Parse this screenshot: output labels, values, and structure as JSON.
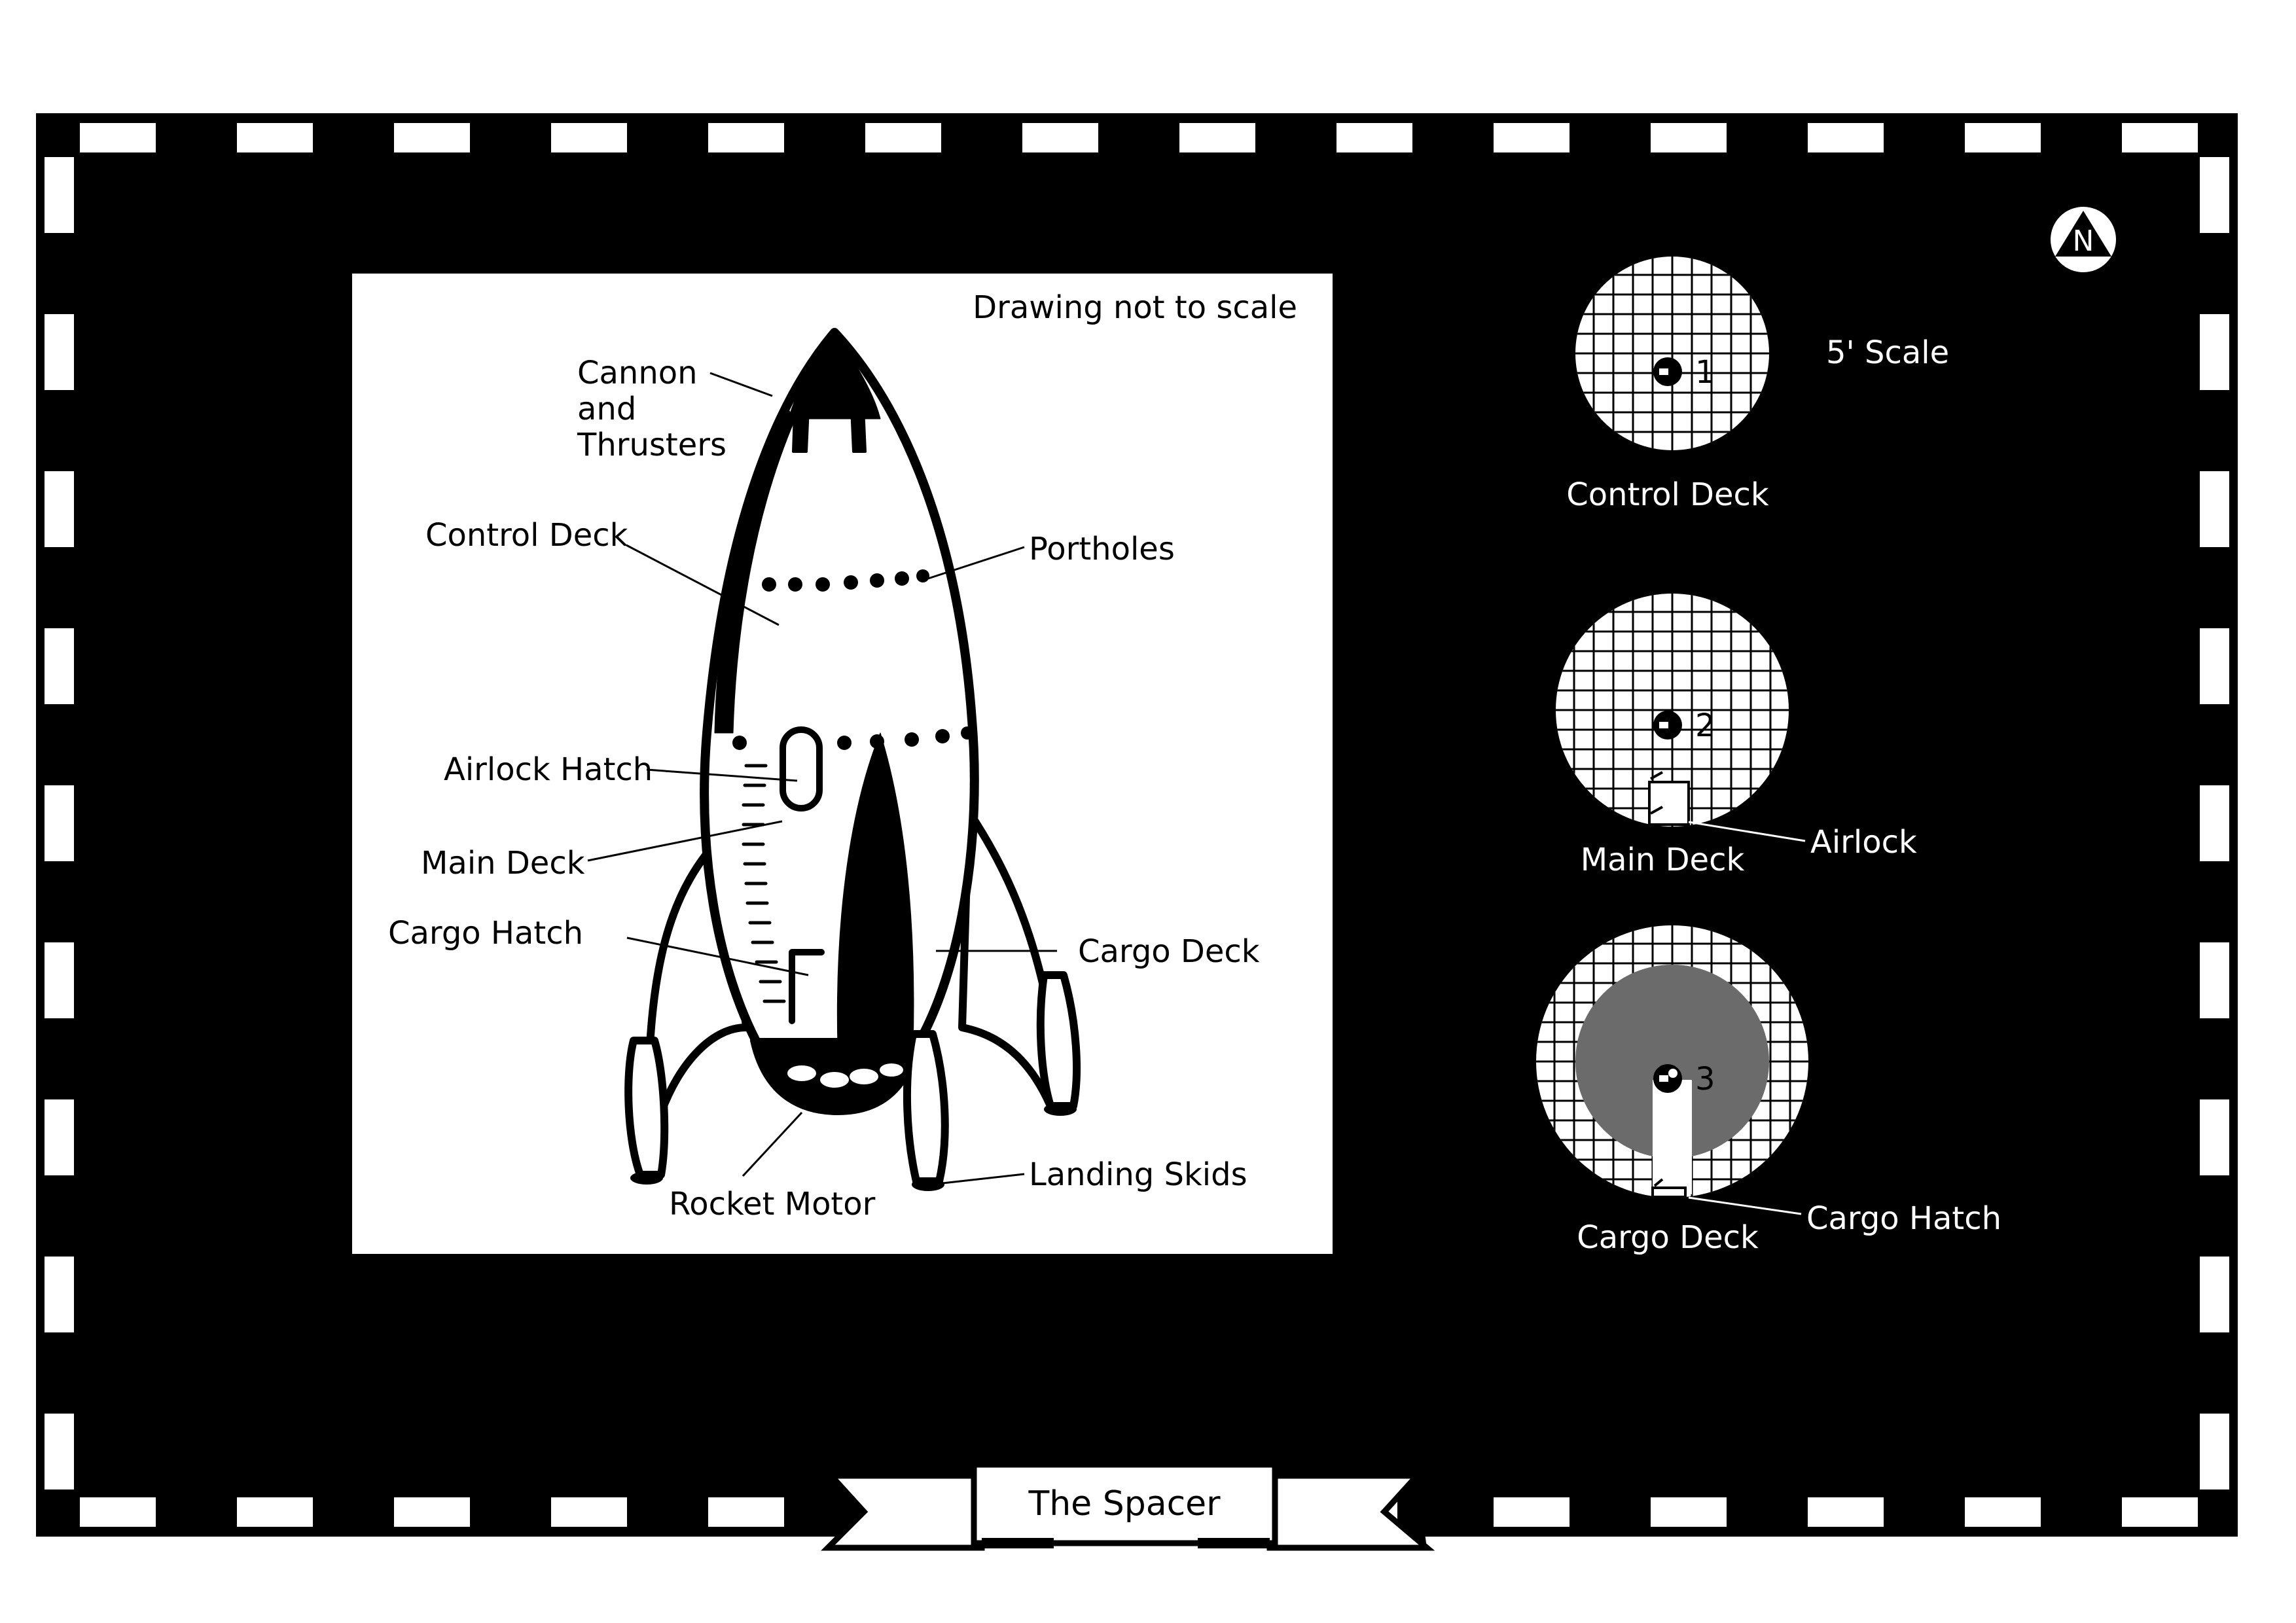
{
  "title": "The Spacer",
  "compass": {
    "letter": "N",
    "icon": "compass-north-icon"
  },
  "scale_label": "5' Scale",
  "drawing": {
    "note": "Drawing not to scale",
    "callouts": {
      "cannon_l1": "Cannon",
      "cannon_l2": "and",
      "cannon_l3": "Thrusters",
      "control_deck": "Control Deck",
      "portholes": "Portholes",
      "airlock_hatch": "Airlock Hatch",
      "main_deck": "Main Deck",
      "cargo_hatch": "Cargo Hatch",
      "cargo_deck": "Cargo Deck",
      "rocket_motor": "Rocket Motor",
      "landing_skids": "Landing Skids"
    }
  },
  "deck_plans": [
    {
      "number": "1",
      "name": "Control Deck",
      "feature": ""
    },
    {
      "number": "2",
      "name": "Main Deck",
      "feature": "Airlock"
    },
    {
      "number": "3",
      "name": "Cargo Deck",
      "feature": "Cargo Hatch"
    }
  ],
  "colors": {
    "background": "#000000",
    "paper": "#ffffff",
    "cargo_fill": "#6b6b6b"
  }
}
